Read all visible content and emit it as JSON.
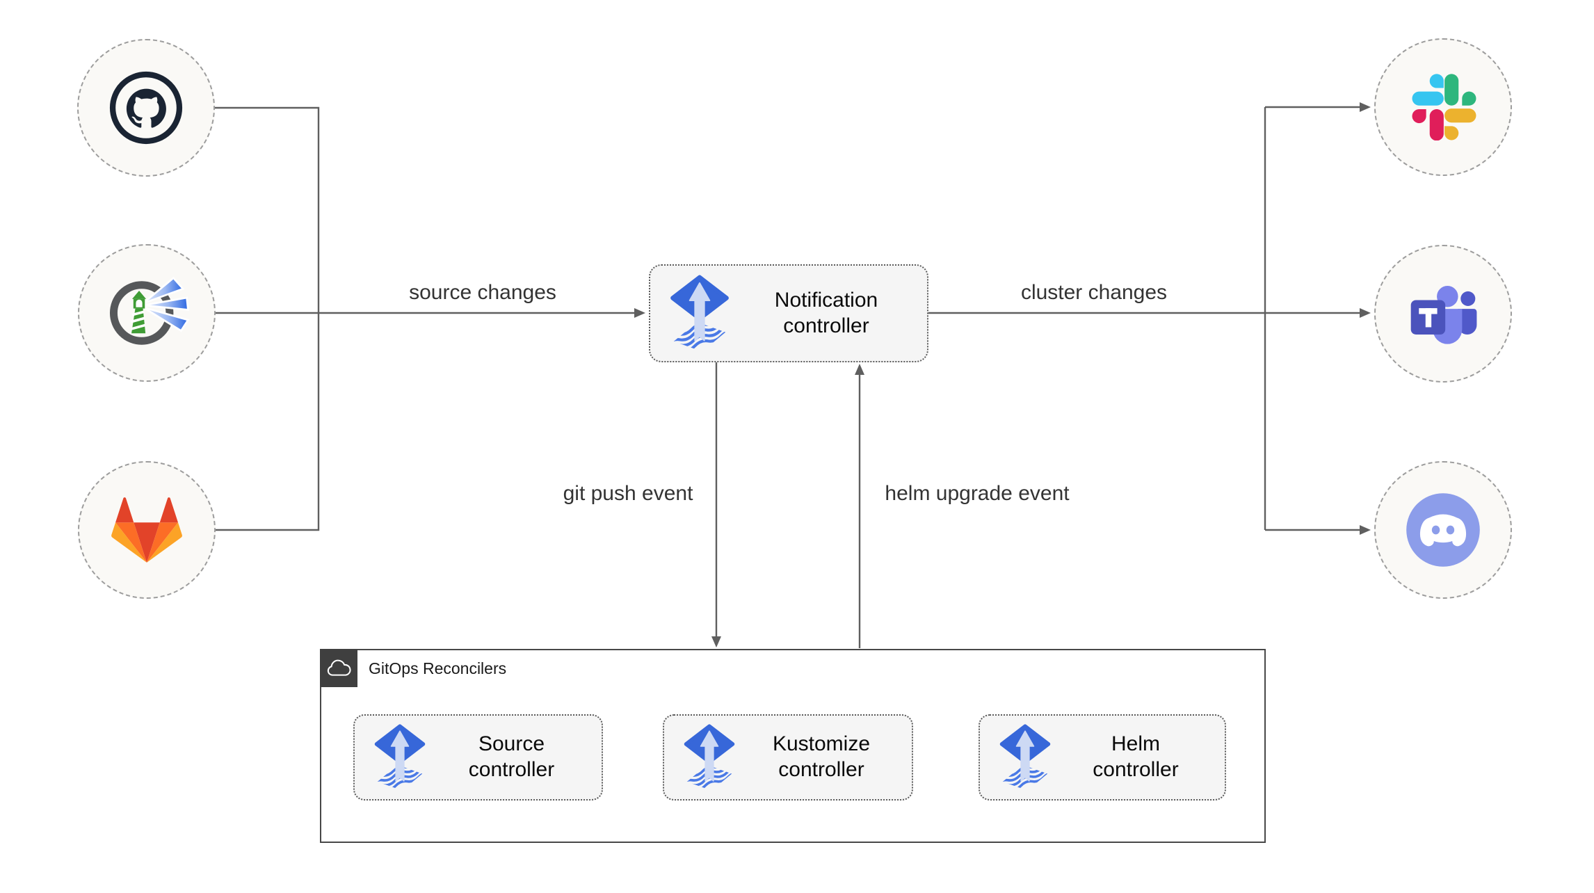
{
  "sources": {
    "items": [
      {
        "icon": "github-icon"
      },
      {
        "icon": "harbor-icon"
      },
      {
        "icon": "gitlab-icon"
      }
    ]
  },
  "notification": {
    "label": "Notification controller",
    "icon": "flux-icon"
  },
  "edge_labels": {
    "source_changes": "source changes",
    "cluster_changes": "cluster changes",
    "git_push_event": "git push event",
    "helm_upgrade_event": "helm upgrade event"
  },
  "notifiers": {
    "items": [
      {
        "icon": "slack-icon"
      },
      {
        "icon": "teams-icon"
      },
      {
        "icon": "discord-icon"
      }
    ]
  },
  "reconcilers": {
    "group_label": "GitOps Reconcilers",
    "group_icon": "cloud-icon",
    "items": [
      {
        "label": "Source controller",
        "icon": "flux-icon"
      },
      {
        "label": "Kustomize controller",
        "icon": "flux-icon"
      },
      {
        "label": "Helm controller",
        "icon": "flux-icon"
      }
    ]
  },
  "colors": {
    "connector_line": "#5f5f5f",
    "node_fill": "#f5f5f5",
    "node_border": "#5a5a5a",
    "circle_fill": "#faf9f6",
    "circle_border": "#9d9d9d",
    "group_border": "#474747",
    "badge_bg": "#3f3f3f",
    "flux_blue": "#3767d9",
    "flux_arrow": "#cdd9f4",
    "gitlab_red": "#e24329",
    "gitlab_orange": "#fc6d26",
    "gitlab_yellow": "#fca326",
    "harbor_green": "#3f9c35",
    "slack_blue": "#36c5f0",
    "slack_green": "#2eb67d",
    "slack_yellow": "#ecb22e",
    "slack_red": "#e01e5a",
    "teams_purple": "#4b53bc",
    "discord_blurple": "#8c9dea"
  }
}
